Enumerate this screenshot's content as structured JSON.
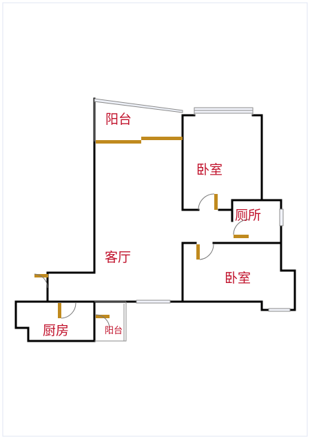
{
  "floorplan": {
    "colors": {
      "wall": "#000000",
      "door": "#c08a1e",
      "label": "#c0102a",
      "window": "#8a8a8a",
      "frame": "#dfe4f3"
    },
    "rooms": {
      "balcony_top": "阳台",
      "bedroom_1": "卧室",
      "toilet": "厕所",
      "living_room": "客厅",
      "bedroom_2": "卧室",
      "kitchen": "厨房",
      "balcony_small": "阳台"
    }
  }
}
